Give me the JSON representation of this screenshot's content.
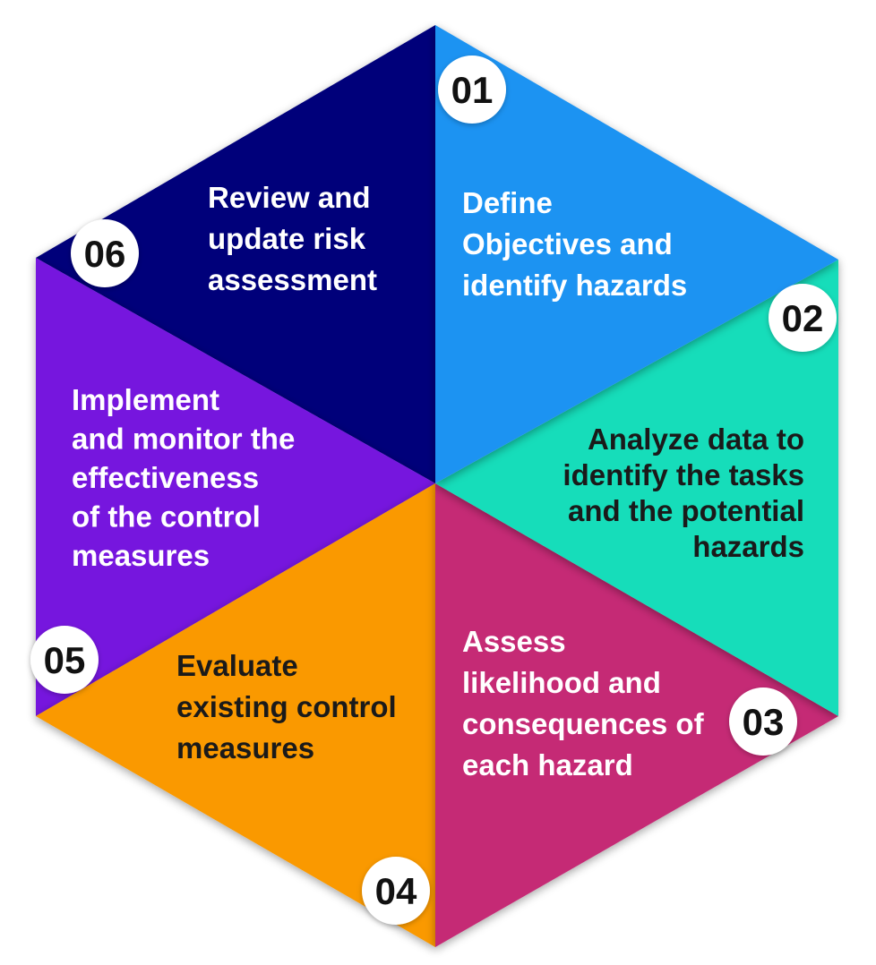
{
  "segments": [
    {
      "number": "01",
      "lines": [
        "Define",
        "Objectives and",
        "identify hazards"
      ],
      "color": "#1E93F2",
      "text_color": "#FFFFFF"
    },
    {
      "number": "02",
      "lines": [
        "Analyze data to",
        "identify the tasks",
        "and the potential",
        "hazards"
      ],
      "color": "#17DDBA",
      "text_color": "#1A1A1A"
    },
    {
      "number": "03",
      "lines": [
        "Assess",
        "likelihood and",
        "consequences of",
        "each hazard"
      ],
      "color": "#C52A74",
      "text_color": "#FFFFFF"
    },
    {
      "number": "04",
      "lines": [
        "Evaluate",
        "existing control",
        "measures"
      ],
      "color": "#FA9903",
      "text_color": "#1A1A1A"
    },
    {
      "number": "05",
      "lines": [
        "Implement",
        "and monitor the",
        "effectiveness",
        "of the control",
        "measures"
      ],
      "color": "#7614DE",
      "text_color": "#FFFFFF"
    },
    {
      "number": "06",
      "lines": [
        "Review and",
        "update risk",
        "assessment"
      ],
      "color": "#05007A",
      "text_color": "#FFFFFF"
    }
  ]
}
